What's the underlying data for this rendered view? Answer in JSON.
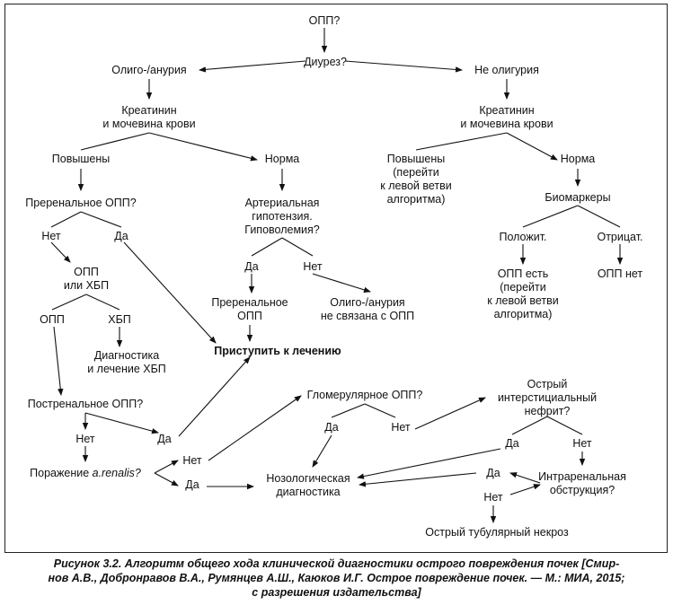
{
  "nodes": {
    "opp_q": "ОПП?",
    "diuresis_q": "Диурез?",
    "oligo_anuria": "Олиго-/анурия",
    "not_oliguria": "Не олигурия",
    "creat_left": "Креатинин\nи мочевина крови",
    "creat_right": "Креатинин\nи мочевина крови",
    "raised_left": "Повышены",
    "norm_left": "Норма",
    "raised_right": "Повышены\n(перейти\nк левой ветви\nалгоритма)",
    "norm_right": "Норма",
    "prerenal_q": "Преренальное ОПП?",
    "hypotension_q": "Артериальная\nгипотензия.\nГиповолемия?",
    "biomarkers": "Биомаркеры",
    "no_prerenal": "Нет",
    "yes_prerenal": "Да",
    "yes_hypo": "Да",
    "no_hypo": "Нет",
    "positive": "Положит.",
    "negative": "Отрицат.",
    "opp_or_ckd": "ОПП\nили ХБП",
    "prerenal_opp": "Преренальное\nОПП",
    "oligo_unrelated": "Олиго-/анурия\nне связана с ОПП",
    "opp_present": "ОПП есть\n(перейти\nк левой ветви\nалгоритма)",
    "opp_absent": "ОПП нет",
    "opp": "ОПП",
    "ckd": "ХБП",
    "start_treatment": "Приступить к лечению",
    "ckd_diag": "Диагностика\nи лечение ХБП",
    "postrenal_q": "Постренальное ОПП?",
    "glomerular_q": "Гломерулярное ОПП?",
    "interstitial_q": "Острый\nинтерстициальный\nнефрит?",
    "no_postrenal": "Нет",
    "yes_postrenal": "Да",
    "yes_glom": "Да",
    "no_glom": "Нет",
    "yes_inter": "Да",
    "no_inter": "Нет",
    "renalis_prefix": "Поражение ",
    "renalis_italic": "a.renalis?",
    "no_renalis": "Нет",
    "yes_renalis": "Да",
    "nosology": "Нозологическая\nдиагностика",
    "yes_intrarenal": "Да",
    "intrarenal_q": "Интраренальная\nобструкция?",
    "no_intrarenal": "Нет",
    "atn": "Острый тубулярный некроз"
  },
  "caption": "Рисунок 3.2. Алгоритм общего хода клинической диагностики острого повреждения почек [Смир-\nнов А.В., Добронравов В.А., Румянцев А.Ш., Каюков И.Г. Острое повреждение почек. — М.: МИА, 2015;\nс разрешения издательства]"
}
